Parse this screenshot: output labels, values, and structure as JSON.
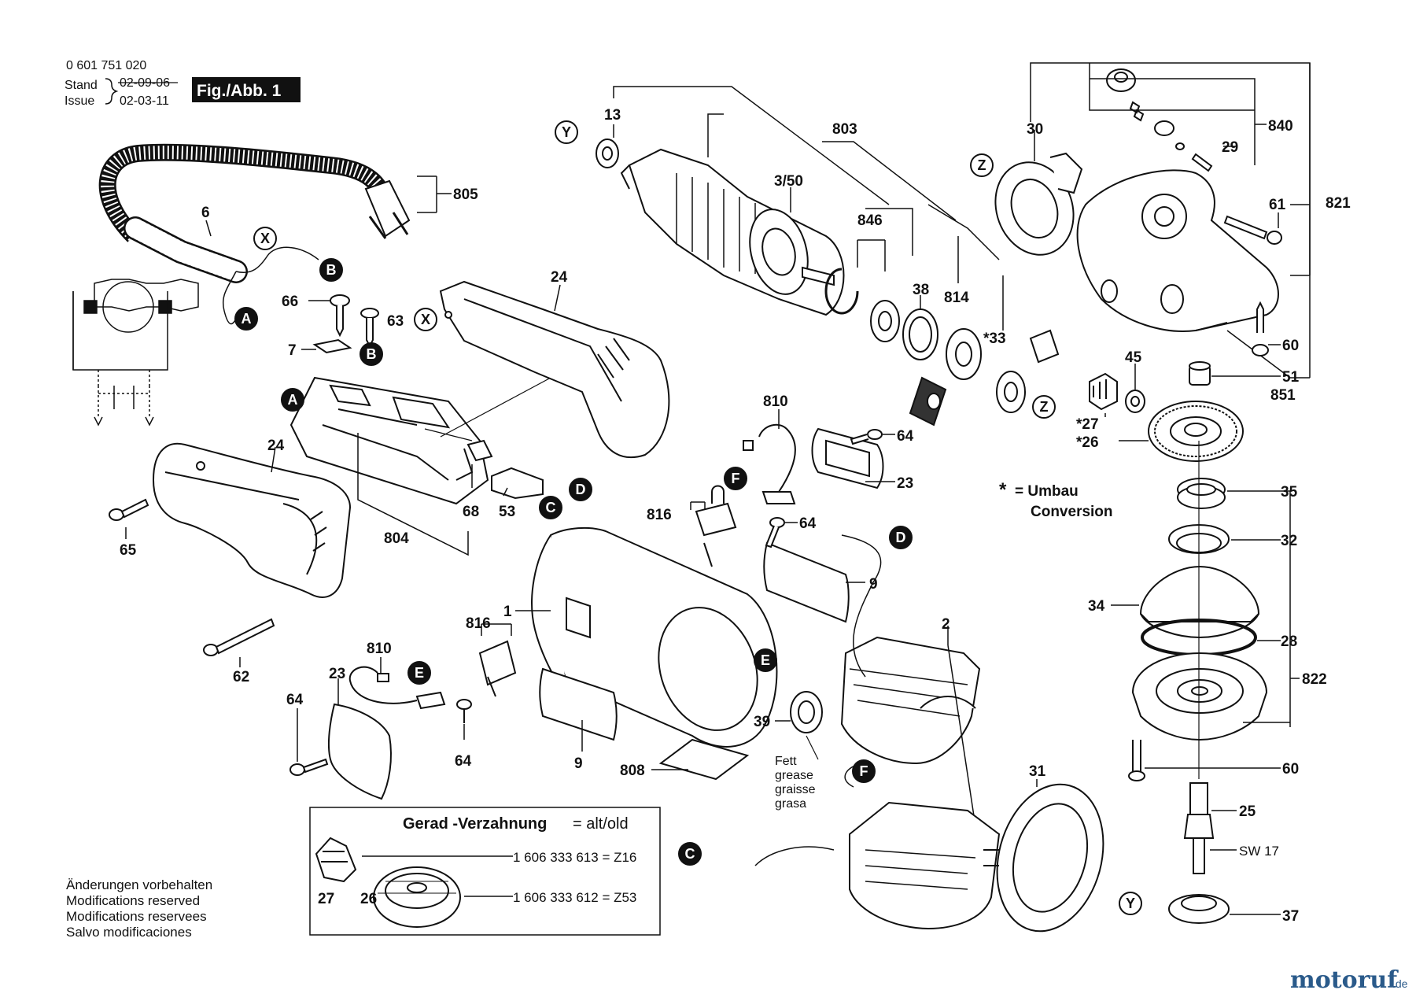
{
  "header": {
    "doc_number": "0 601 751 020",
    "stand_label": "Stand",
    "issue_label": "Issue",
    "stand_date": "02-09-06",
    "issue_date": "02-03-11",
    "figure_label": "Fig./Abb. 1"
  },
  "part_numbers": {
    "p13": "13",
    "p3_50": "3/50",
    "p803": "803",
    "p846": "846",
    "p38": "38",
    "p814": "814",
    "p33": "33",
    "p30": "30",
    "p840": "840",
    "p29": "29",
    "p821": "821",
    "p61": "61",
    "p60a": "60",
    "p51": "51",
    "p851": "851",
    "p45": "45",
    "p27": "27",
    "p26": "26",
    "p35": "35",
    "p32": "32",
    "p34": "34",
    "p28": "28",
    "p822": "822",
    "p60b": "60",
    "p25": "25",
    "sw17": "SW 17",
    "p37": "37",
    "p31": "31",
    "p2": "2",
    "p39": "39",
    "p805": "805",
    "p6": "6",
    "p66": "66",
    "p63": "63",
    "p7": "7",
    "p24a": "24",
    "p24b": "24",
    "p804": "804",
    "p68": "68",
    "p53": "53",
    "p65": "65",
    "p62": "62",
    "p810a": "810",
    "p816a": "816",
    "p64a": "64",
    "p23a": "23",
    "p64b": "64",
    "p9a": "9",
    "p1": "1",
    "p816b": "816",
    "p810b": "810",
    "p23b": "23",
    "p64c": "64",
    "p64d": "64",
    "p9b": "9",
    "p808": "808"
  },
  "grease_note": [
    "Fett",
    "grease",
    "graisse",
    "grasa"
  ],
  "conversion_note": {
    "star": "*",
    "line1": "= Umbau",
    "line2": "Conversion"
  },
  "callout_letters": [
    "A",
    "B",
    "C",
    "D",
    "E",
    "F",
    "X",
    "Y",
    "Z"
  ],
  "gear_box": {
    "title_bold": "Gerad -Verzahnung",
    "title_rest": " = alt/old",
    "row1_num": "27",
    "row1_part": "1 606 333 613 = Z16",
    "row2_num": "26",
    "row2_part": "1 606 333 612 = Z53"
  },
  "footer_notes": [
    "Änderungen vorbehalten",
    "Modifications reserved",
    "Modifications reservees",
    "Salvo modificaciones"
  ],
  "watermark": {
    "brand_main": "motoruf",
    "brand_tld": ".de",
    "color": "#2a5a8a"
  }
}
